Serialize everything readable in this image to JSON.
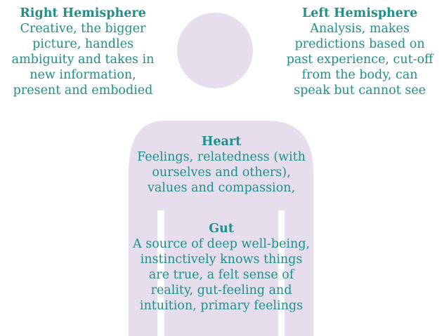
{
  "colors": {
    "text": "#1e9089",
    "figure": "#e6deed",
    "background": "#ffffff"
  },
  "right_hemisphere": {
    "title": "Right Hemisphere",
    "lines": [
      "Creative, the bigger",
      "picture, handles",
      "ambiguity and takes in",
      "new information,",
      "present and embodied"
    ]
  },
  "left_hemisphere": {
    "title": "Left Hemisphere",
    "lines": [
      "Analysis, makes",
      "predictions based on",
      "past experience, cut-off",
      "from the body, can",
      "speak but cannot see"
    ]
  },
  "heart": {
    "title": "Heart",
    "lines": [
      "Feelings, relatedness (with",
      "ourselves and others),",
      "values and compassion,"
    ]
  },
  "gut": {
    "title": "Gut",
    "lines": [
      "A source of deep well-being,",
      "instinctively knows things",
      "are true, a felt sense of",
      "reality, gut-feeling and",
      "intuition, primary feelings"
    ]
  }
}
